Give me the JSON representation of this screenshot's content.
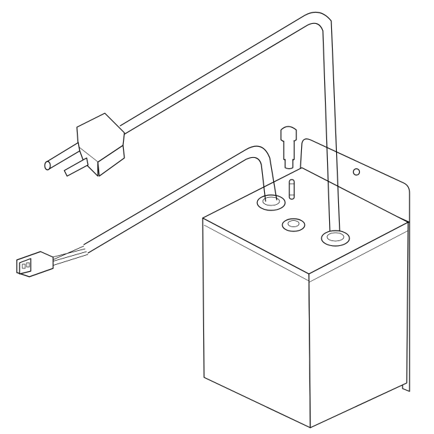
{
  "drawing": {
    "line_color": "#000000",
    "background_color": "#ffffff",
    "components": [
      "power-cord-plug",
      "wire-harness-connector",
      "enclosure-box",
      "fuse-holder",
      "fuse",
      "grommet"
    ]
  }
}
